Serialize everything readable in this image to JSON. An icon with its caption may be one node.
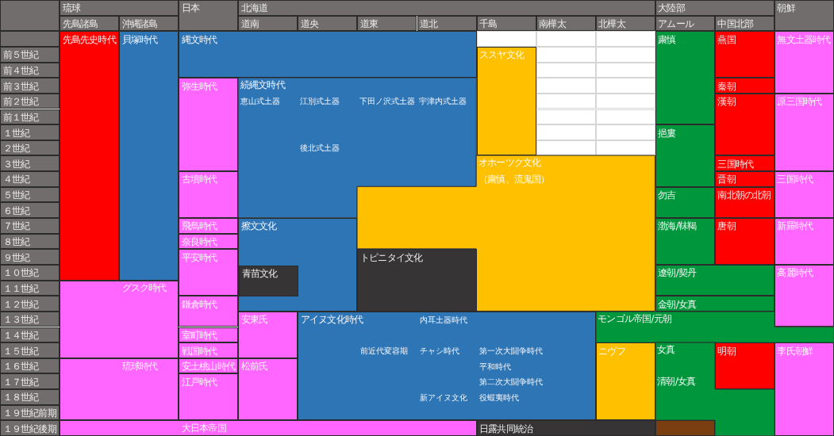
{
  "diagram": {
    "nodes": [
      {
        "text": [],
        "shape": "box"
      },
      {
        "text": [
          "琉球"
        ]
      },
      {
        "text": [
          "日本"
        ]
      },
      {
        "text": [
          "北海道"
        ]
      },
      {
        "text": [
          "大陸部"
        ]
      },
      {
        "text": [
          "朝鮮"
        ]
      },
      {
        "text": [
          "先島諸島"
        ]
      },
      {
        "text": [
          "沖縄諸島"
        ]
      },
      {
        "text": [
          "道南"
        ]
      },
      {
        "text": [
          "道央"
        ]
      },
      {
        "text": [
          "道東"
        ]
      },
      {
        "text": [
          "道北"
        ]
      },
      {
        "text": [
          "千島"
        ]
      },
      {
        "text": [
          "南樺太"
        ]
      },
      {
        "text": [
          "北樺太"
        ]
      },
      {
        "text": [
          "アムール"
        ]
      },
      {
        "text": [
          "中国北部"
        ]
      },
      {
        "text": [],
        "shape": "box"
      },
      {
        "text": [
          "先島先史時代"
        ]
      },
      {
        "text": [
          "貝塚時代"
        ]
      },
      {
        "text": [
          "縄文時代"
        ]
      },
      {
        "text": [
          "粛慎"
        ]
      },
      {
        "text": [
          "燕国"
        ]
      },
      {
        "text": [
          "無文土器時代"
        ]
      },
      {
        "text": [
          "前５世紀"
        ]
      },
      {
        "text": [
          "ススヤ文化"
        ]
      },
      {
        "text": [
          "前４世紀"
        ]
      },
      {
        "text": [
          "前３世紀"
        ]
      },
      {
        "text": [
          "弥生時代"
        ]
      },
      {
        "text": [
          "続縄文時代",
          "恵山式土器",
          "江別式土器",
          "下田ノ沢式土器",
          "宇津内式土器",
          "後北式土器"
        ]
      },
      {
        "text": [
          "秦朝"
        ]
      },
      {
        "text": [
          "前２世紀"
        ]
      },
      {
        "text": [
          "漢朝"
        ]
      },
      {
        "text": [
          "原三国時代"
        ]
      },
      {
        "text": [
          "前１世紀"
        ]
      },
      {
        "text": [
          "１世紀"
        ]
      },
      {
        "text": [
          "挹婁"
        ]
      },
      {
        "text": [
          "２世紀"
        ]
      },
      {
        "text": [
          "３世紀"
        ]
      },
      {
        "text": [
          "オホーツク文化",
          "（粛慎、流鬼国）"
        ]
      },
      {
        "text": [
          "三国時代"
        ]
      },
      {
        "text": [
          "４世紀"
        ]
      },
      {
        "text": [
          "古墳時代"
        ]
      },
      {
        "text": [
          "晋朝"
        ]
      },
      {
        "text": [
          "三国時代"
        ]
      },
      {
        "text": [
          "５世紀"
        ]
      },
      {
        "text": [
          "勿吉"
        ]
      },
      {
        "text": [
          "南北朝の北朝"
        ]
      },
      {
        "text": [
          "６世紀"
        ]
      },
      {
        "text": [
          "７世紀"
        ]
      },
      {
        "text": [
          "飛鳥時代"
        ]
      },
      {
        "text": [
          "擦文文化"
        ]
      },
      {
        "text": [
          "渤海/靺鞨"
        ]
      },
      {
        "text": [
          "唐朝"
        ]
      },
      {
        "text": [
          "新羅時代"
        ]
      },
      {
        "text": [
          "８世紀"
        ]
      },
      {
        "text": [
          "奈良時代"
        ]
      },
      {
        "text": [
          "９世紀"
        ]
      },
      {
        "text": [
          "平安時代"
        ]
      },
      {
        "text": [
          "トピニタイ文化"
        ]
      },
      {
        "text": [
          "１０世紀"
        ]
      },
      {
        "text": [
          "青苗文化"
        ],
        "in": 51
      },
      {
        "text": [
          "遼朝/契丹"
        ]
      },
      {
        "text": [
          "高麗時代"
        ]
      },
      {
        "text": [
          "１１世紀"
        ]
      },
      {
        "text": [
          "グスク時代"
        ]
      },
      {
        "text": [
          "１２世紀"
        ]
      },
      {
        "text": [
          "鎌倉時代"
        ]
      },
      {
        "text": [
          "金朝/女真"
        ]
      },
      {
        "text": [
          "１３世紀"
        ]
      },
      {
        "text": [
          "安東氏"
        ]
      },
      {
        "text": [
          "アイヌ文化時代",
          "内耳土器時代",
          "前近代変容期",
          "チャシ時代",
          "第一次大闘争時代",
          "平和時代",
          "第二次大闘争時代",
          "新アイヌ文化",
          "役蝦夷時代"
        ]
      },
      {
        "text": [
          "モンゴル帝国/元朝"
        ]
      },
      {
        "text": [
          "１４世紀"
        ]
      },
      {
        "text": [
          "室町時代"
        ]
      },
      {
        "text": [
          "１５世紀"
        ]
      },
      {
        "text": [
          "戦国時代"
        ]
      },
      {
        "text": [
          "ニヴフ"
        ]
      },
      {
        "text": [
          "女真",
          "清朝/女真"
        ]
      },
      {
        "text": [
          "明朝"
        ]
      },
      {
        "text": [
          "李氏朝鮮"
        ]
      },
      {
        "text": [
          "１６世紀"
        ]
      },
      {
        "text": [
          "琉球時代"
        ]
      },
      {
        "text": [
          "安土桃山時代"
        ]
      },
      {
        "text": [
          "松前氏"
        ]
      },
      {
        "text": [
          "１７世紀"
        ]
      },
      {
        "text": [
          "江戸時代"
        ]
      },
      {
        "text": [
          "１８世紀"
        ]
      },
      {
        "text": [
          "１９世紀前期"
        ]
      },
      {
        "text": [
          "１９世紀後期"
        ]
      },
      {
        "text": [
          "大日本帝国"
        ]
      },
      {
        "text": [
          "日露共同統治"
        ]
      },
      {
        "text": [],
        "shape": "box"
      }
    ]
  }
}
